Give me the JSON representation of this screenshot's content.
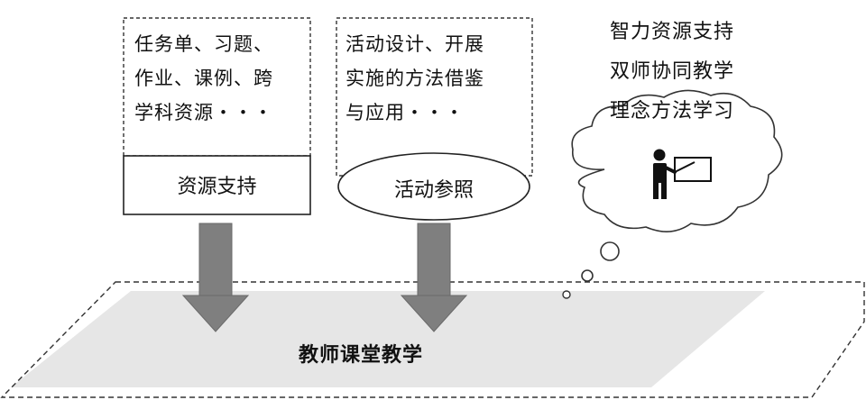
{
  "resource_box": {
    "lines": [
      "任务单、习题、",
      "作业、课例、跨",
      "学科资源・・・"
    ],
    "label": "资源支持"
  },
  "activity_box": {
    "lines": [
      "活动设计、开展",
      "实施的方法借鉴",
      "与应用・・・"
    ],
    "label": "活动参照"
  },
  "thought": {
    "lines": [
      "智力资源支持",
      "双师协同教学",
      "理念方法学习"
    ]
  },
  "platform": {
    "label": "教师课堂教学"
  }
}
